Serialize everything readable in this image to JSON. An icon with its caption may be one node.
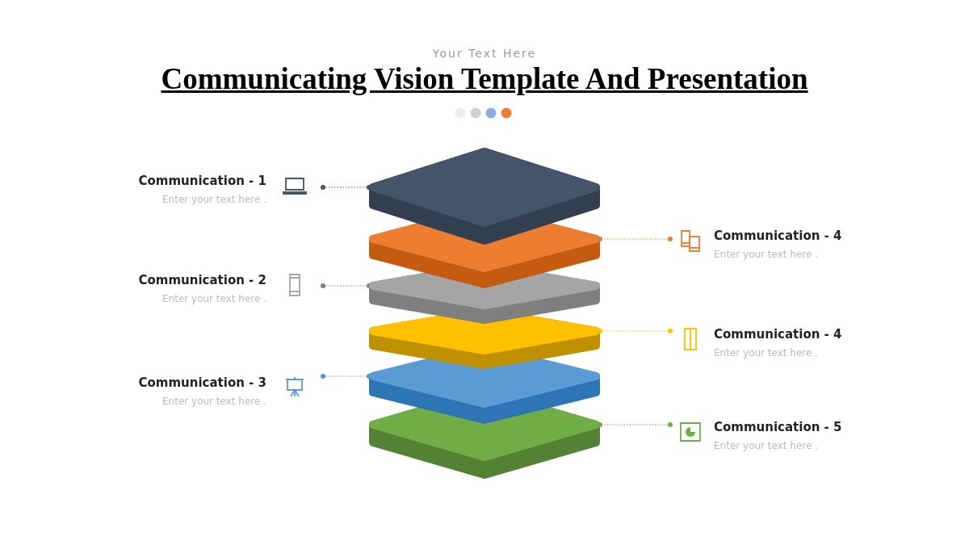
{
  "diagram": {
    "title": "Communicating Vision Template And Presentation",
    "nodes": [
      {
        "text": [],
        "shape": "box"
      },
      {
        "text": [],
        "shape": "box"
      },
      {
        "text": [],
        "shape": "box"
      },
      {
        "text": [],
        "shape": "box"
      },
      {
        "text": [],
        "shape": "box"
      },
      {
        "text": [],
        "shape": "box"
      },
      {
        "text": [
          "Communication - 1",
          "Enter your text here ."
        ]
      },
      {
        "text": [
          "Communication - 4",
          "Enter your text here ."
        ]
      },
      {
        "text": [
          "Communication - 2",
          "Enter your text here ."
        ]
      },
      {
        "text": [
          "Communication - 4",
          "Enter your text here ."
        ]
      },
      {
        "text": [
          "Communication - 3",
          "Enter your text here ."
        ]
      },
      {
        "text": [
          "Communication - 5",
          "Enter your text here ."
        ]
      }
    ],
    "edges": [
      {
        "from": 6,
        "to": 0,
        "arrow": "other",
        "style": "dashed",
        "color": "#44546a"
      },
      {
        "from": 7,
        "to": 1,
        "arrow": "other",
        "style": "dashed",
        "color": "#ed7d31"
      },
      {
        "from": 8,
        "to": 2,
        "arrow": "other",
        "style": "dashed",
        "color": "#7f7f7f"
      },
      {
        "from": 9,
        "to": 3,
        "arrow": "other",
        "style": "dashed",
        "color": "#ffc000"
      },
      {
        "from": 10,
        "to": 4,
        "arrow": "other",
        "style": "dashed",
        "color": "#5b9bd5"
      },
      {
        "from": 11,
        "to": 5,
        "arrow": "other",
        "style": "dashed",
        "color": "#70ad47"
      }
    ],
    "labels": [
      "Your Text Here"
    ]
  }
}
